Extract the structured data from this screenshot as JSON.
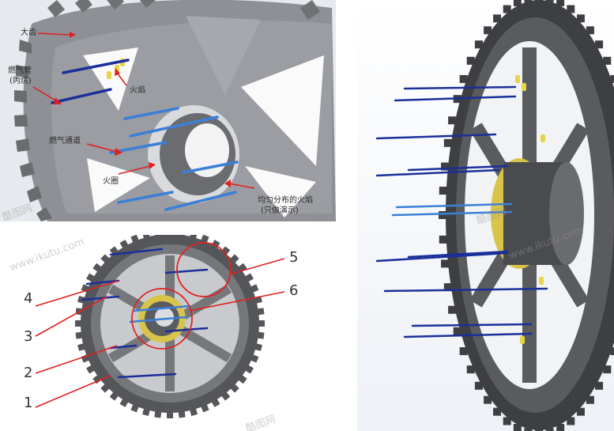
{
  "panel_a": {
    "labels": {
      "big_gear": "大齿",
      "gas_pipe_line1": "燃气管",
      "gas_pipe_line2": "(丙烷)",
      "flame": "火焰",
      "gas_channel": "燃气通道",
      "flame_ring": "火圈",
      "flame_note_line1": "均匀分布的火焰",
      "flame_note_line2": "(只做演示)"
    }
  },
  "panel_b": {
    "numbers": [
      "1",
      "2",
      "3",
      "4",
      "5",
      "6"
    ]
  },
  "watermark": {
    "text": "www.ikutu.com",
    "brand": "酷图网"
  },
  "colors": {
    "gear_dark": "#4a4a4c",
    "gear_mid": "#8a8c90",
    "pipe_blue": "#1a2f9a",
    "pipe_light": "#3b7fd6",
    "arrow_red": "#e02020",
    "flame_yellow": "#e8d44a"
  }
}
